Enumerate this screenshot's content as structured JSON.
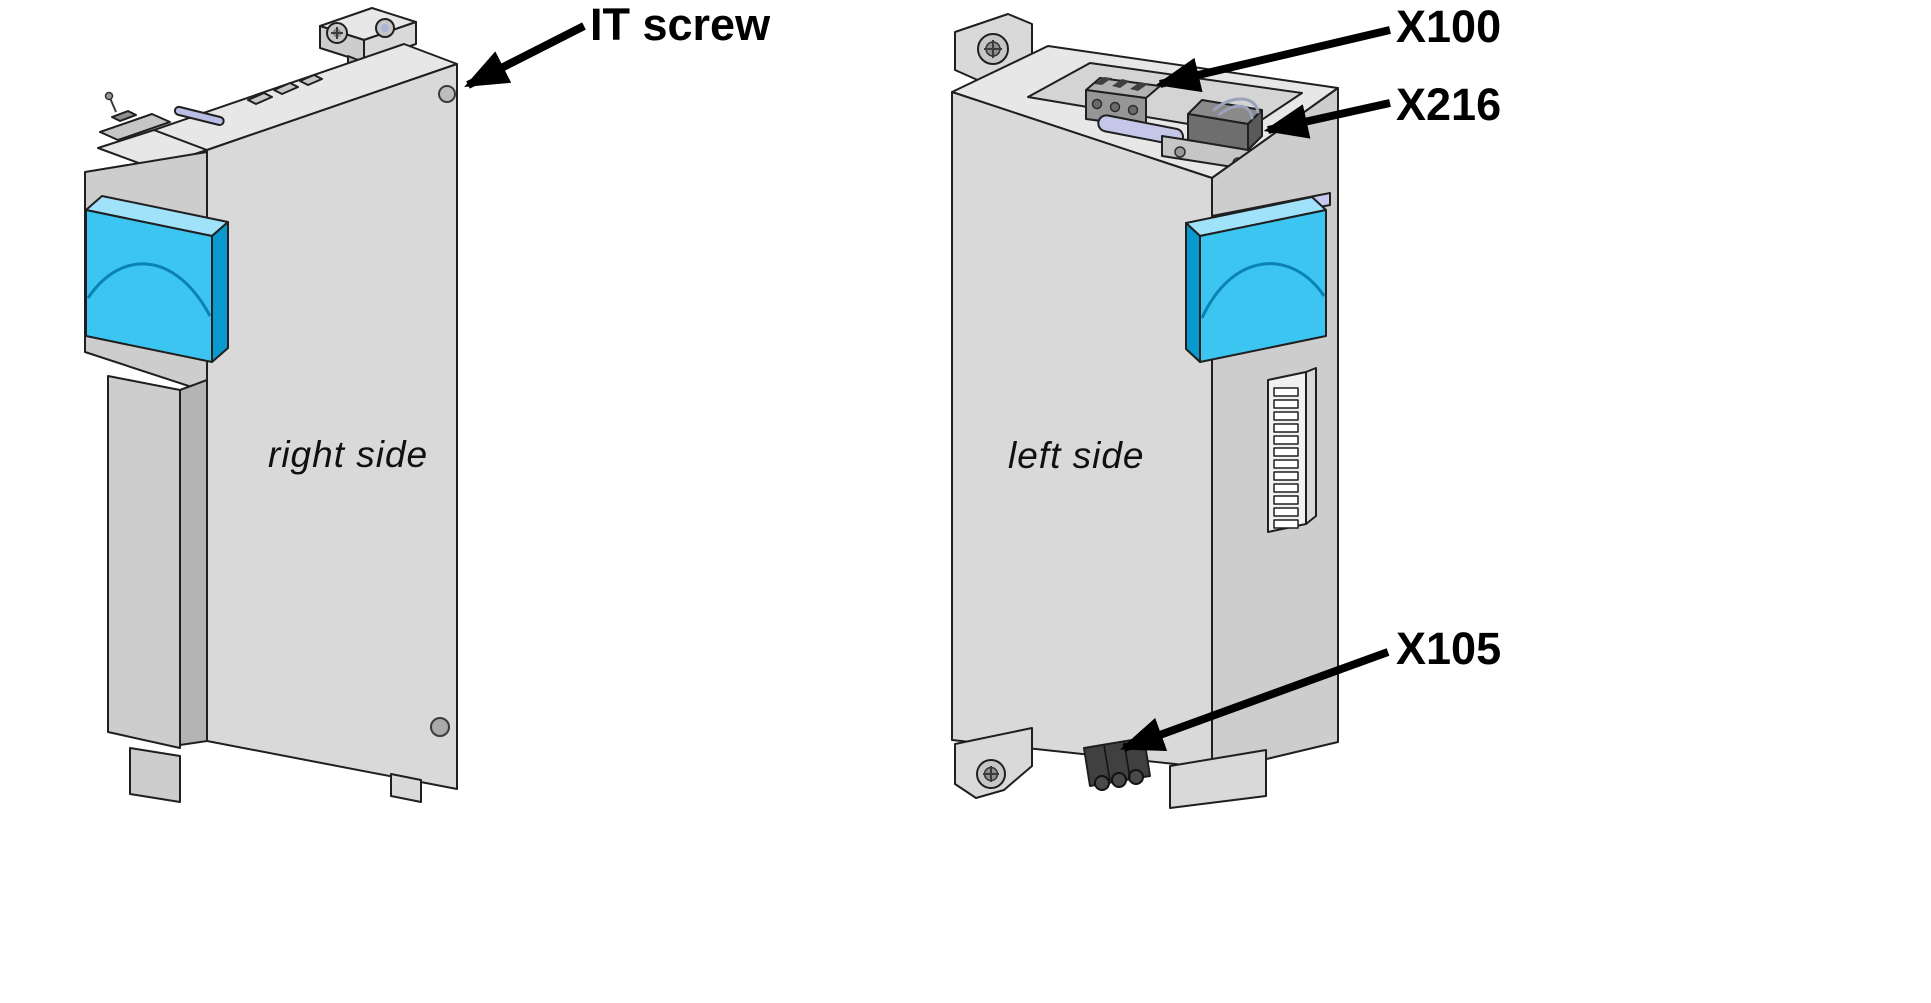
{
  "figure": {
    "type": "technical-illustration",
    "views": {
      "right_side": {
        "caption": "right side"
      },
      "left_side": {
        "caption": "left side"
      }
    },
    "callouts": {
      "it_screw": {
        "label": "IT screw"
      },
      "x100": {
        "label": "X100"
      },
      "x216": {
        "label": "X216"
      },
      "x105": {
        "label": "X105"
      }
    },
    "colors": {
      "label_front": "#3cc5f0",
      "label_top": "#9fe2f9",
      "label_side": "#0899cf",
      "cylinder": "#c4c7e8",
      "outline": "#1f1f1f",
      "callout": "#000000"
    }
  }
}
